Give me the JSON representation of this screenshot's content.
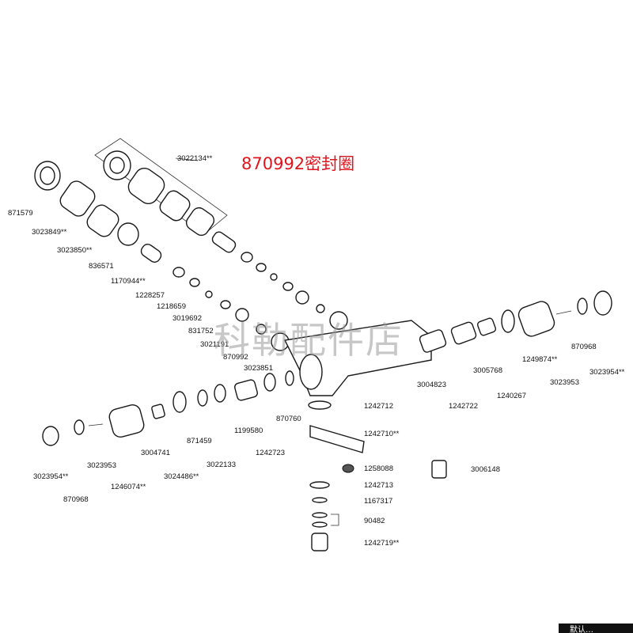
{
  "title": "870992密封圈",
  "watermark": "科勒配件店",
  "corner_text": "默认…",
  "labels": [
    "3022134**",
    "871579",
    "3023849**",
    "3023850**",
    "836571",
    "1170944**",
    "1228257",
    "1218659",
    "3019692",
    "831752",
    "3021191",
    "870992",
    "3023851",
    "3004823",
    "1242722",
    "3005768",
    "1240267",
    "1249874**",
    "3023953",
    "870968",
    "3023954**",
    "1242712",
    "1242710**",
    "1258088",
    "3006148",
    "1242713",
    "1167317",
    "90482",
    "1242719**",
    "870760",
    "1242723",
    "1199580",
    "3022133",
    "871459",
    "3024486**",
    "3004741",
    "1246074**",
    "3023953",
    "870968",
    "3023954**"
  ],
  "colors": {
    "title": "#e0141c",
    "line": "#1a1a1a",
    "background": "#ffffff"
  }
}
